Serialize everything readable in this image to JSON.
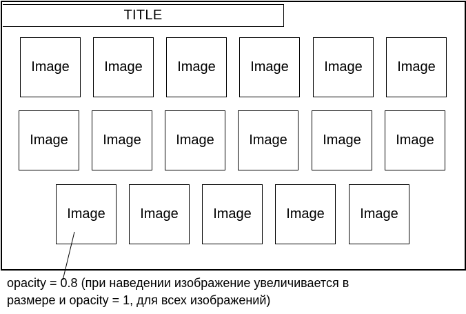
{
  "title": "TITLE",
  "image_label": "Image",
  "rows": [
    [
      "Image",
      "Image",
      "Image",
      "Image",
      "Image",
      "Image"
    ],
    [
      "Image",
      "Image",
      "Image",
      "Image",
      "Image",
      "Image"
    ],
    [
      "Image",
      "Image",
      "Image",
      "Image",
      "Image"
    ]
  ],
  "note": {
    "line1": "opacity = 0.8 (при наведении изображение увеличивается в",
    "line2": "размере и opacity = 1, для всех изображений)"
  },
  "colors": {
    "stroke": "#000000",
    "background": "#ffffff"
  }
}
